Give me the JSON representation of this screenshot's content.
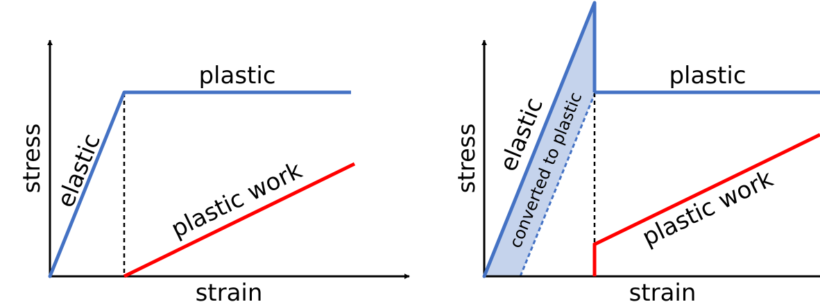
{
  "panels": [
    {
      "axes": {
        "x_label": "strain",
        "y_label": "stress"
      },
      "labels": {
        "elastic": "elastic",
        "plastic": "plastic",
        "plastic_work": "plastic work"
      }
    },
    {
      "axes": {
        "x_label": "strain",
        "y_label": "stress"
      },
      "labels": {
        "elastic": "elastic",
        "plastic": "plastic",
        "plastic_work": "plastic work",
        "converted": "converted to plastic"
      }
    }
  ],
  "colors": {
    "stress_curve": "#4472c4",
    "plastic_work": "#ff0000",
    "converted_fill": "#c5d3ec",
    "axis": "#000000"
  }
}
